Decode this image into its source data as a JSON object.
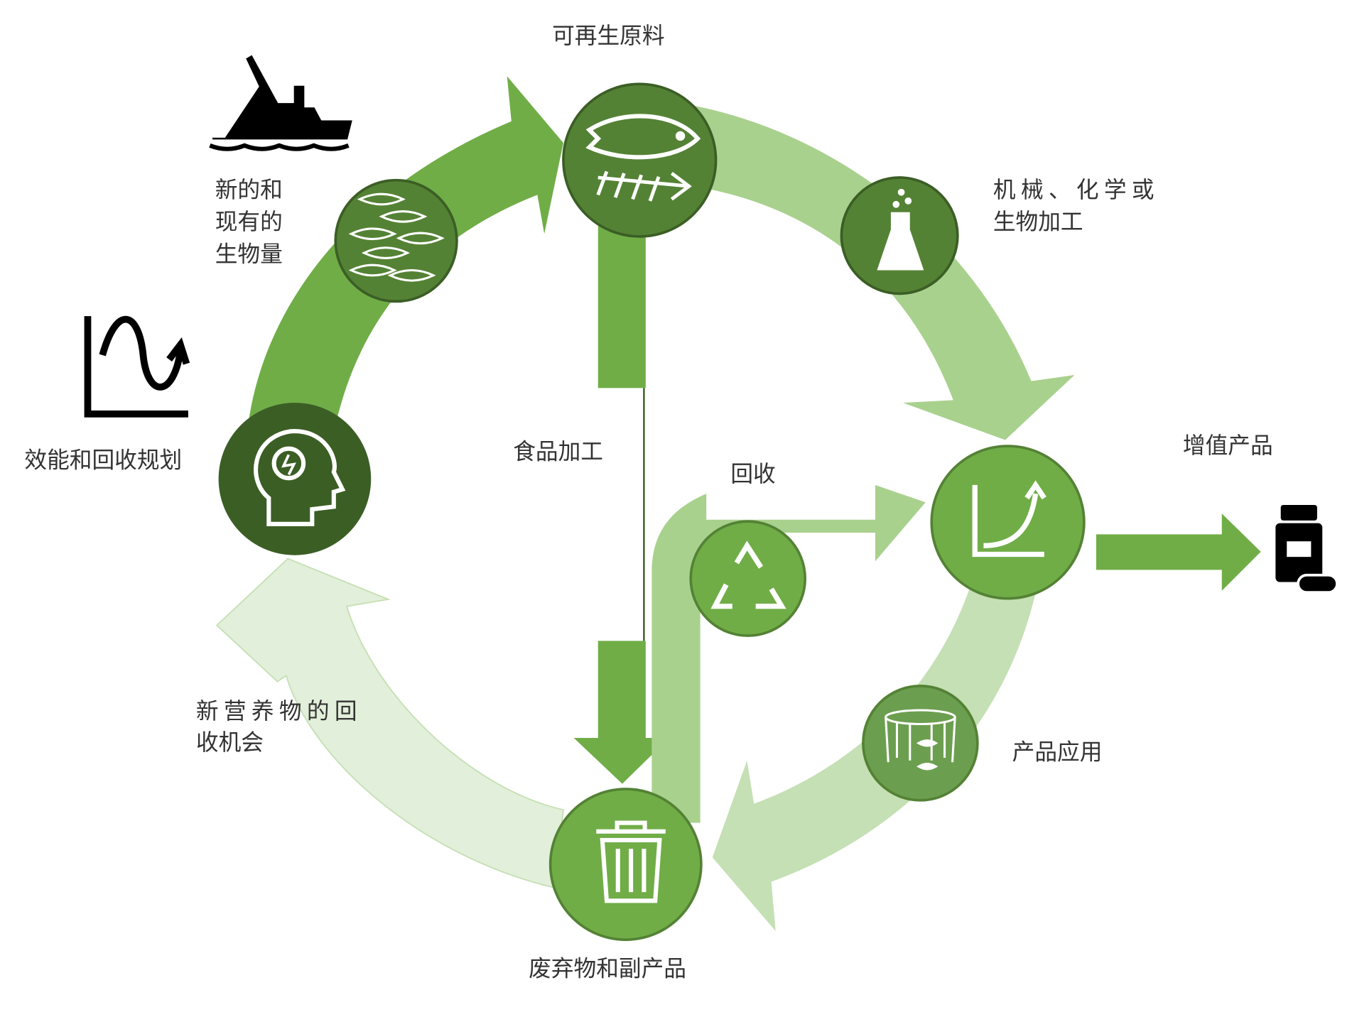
{
  "labels": {
    "renewable_feedstock": "可再生原料",
    "biomass": [
      "新的和",
      "现有的",
      "生物量"
    ],
    "processing": [
      "机械、化学或",
      "生物加工"
    ],
    "efficiency": "效能和回收规划",
    "food_processing": "食品加工",
    "recycling": "回收",
    "value_added": "增值产品",
    "nutrient_recovery": [
      "新营养物的回",
      "收机会"
    ],
    "product_application": "产品应用",
    "waste": "废弃物和副产品"
  },
  "colors": {
    "dark": "#3b5e25",
    "mid": "#548235",
    "main": "#70ad47",
    "light": "#a9d18e",
    "lighter": "#c5e0b4",
    "lightest": "#e2efda"
  }
}
